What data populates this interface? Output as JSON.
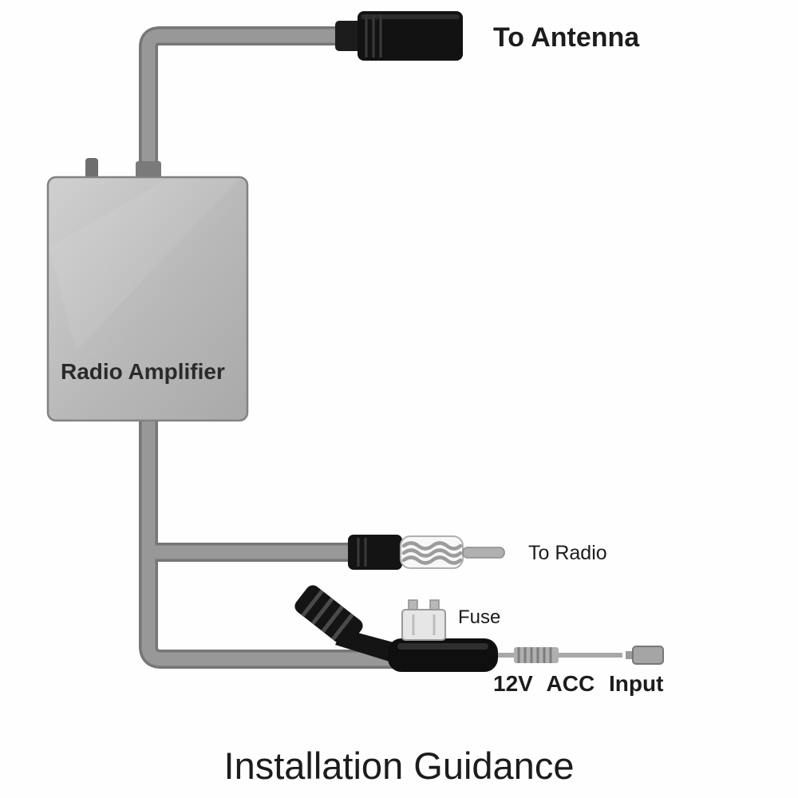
{
  "title": "Installation Guidance",
  "labels": {
    "antenna": "To Antenna",
    "amplifier": "Radio Amplifier",
    "radio": "To Radio",
    "fuse": "Fuse",
    "power": "12V ACC Input"
  },
  "colors": {
    "title": "#ed1c24",
    "cable": "#989898",
    "cable_edge": "#767676",
    "box_fill": "#bcbcbc",
    "box_border": "#828282",
    "connector_black": "#141414",
    "metal": "#b0b0b0",
    "text": "#1c1c1c"
  }
}
